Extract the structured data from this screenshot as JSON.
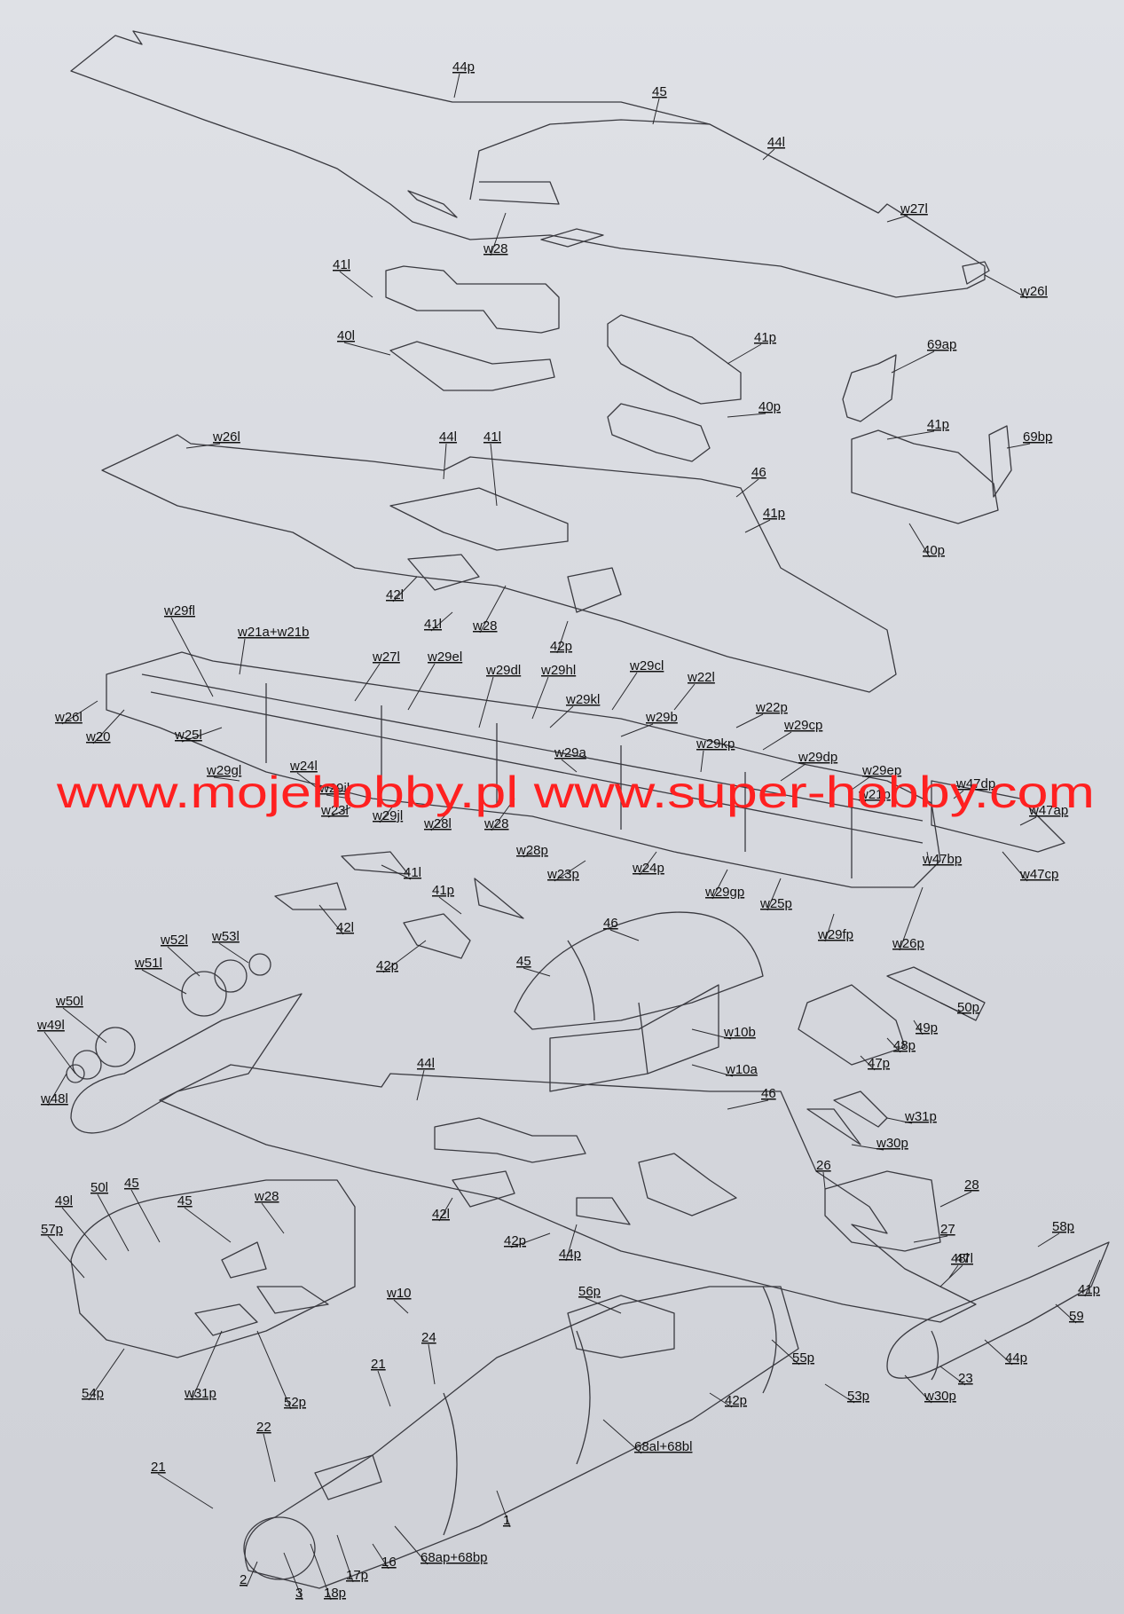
{
  "watermark": "www.mojehobby.pl www.super-hobby.com",
  "colors": {
    "background": "#d9dbe0",
    "line": "#3a3a40",
    "watermark": "#ff2020"
  },
  "labels": [
    "44p",
    "45",
    "44l",
    "w27l",
    "w26l",
    "w28",
    "41l",
    "40l",
    "41p",
    "40p",
    "69ap",
    "41p",
    "69bp",
    "40p",
    "w26l",
    "44l",
    "41l",
    "46",
    "41p",
    "42l",
    "41l",
    "w28",
    "42p",
    "w29fl",
    "w21a+w21b",
    "w27l",
    "w29el",
    "w29dl",
    "w29hl",
    "w29cl",
    "w22l",
    "w26l",
    "w20",
    "w25l",
    "w29kl",
    "w29b",
    "w22p",
    "w29cp",
    "w29a",
    "w29kp",
    "w29dp",
    "w29gl",
    "w24l",
    "w29il",
    "w29ep",
    "w21p",
    "w47dp",
    "w47ap",
    "w23l",
    "w29jl",
    "w28l",
    "w28",
    "w28p",
    "w47bp",
    "w47cp",
    "w23p",
    "w24p",
    "w29gp",
    "w25p",
    "41l",
    "41p",
    "42l",
    "w29fp",
    "w26p",
    "w52l",
    "w53l",
    "w51l",
    "46",
    "45",
    "42p",
    "w50l",
    "w10b",
    "50p",
    "w49l",
    "49p",
    "48p",
    "47p",
    "w10a",
    "w48l",
    "44l",
    "46",
    "w31p",
    "w30p",
    "26",
    "28",
    "42l",
    "27",
    "58p",
    "48l",
    "49l",
    "50l",
    "45",
    "45",
    "w28",
    "42p",
    "44p",
    "47l",
    "57p",
    "41p",
    "w10",
    "56p",
    "59",
    "24",
    "55p",
    "44p",
    "21",
    "54p",
    "23",
    "42p",
    "w31p",
    "52p",
    "53p",
    "w30p",
    "22",
    "68al+68bl",
    "21",
    "1",
    "2",
    "3",
    "18p",
    "17p",
    "16",
    "68ap+68bp"
  ]
}
